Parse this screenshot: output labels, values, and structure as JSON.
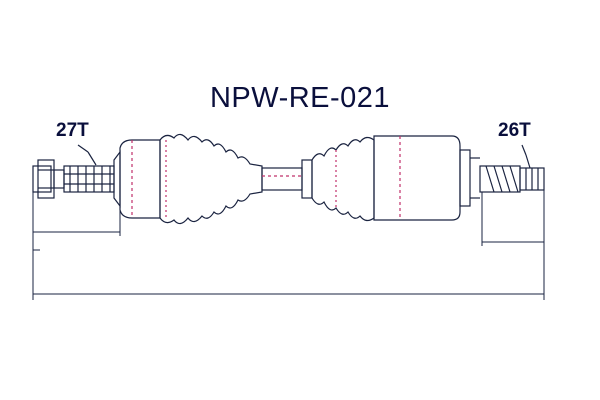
{
  "title": "NPW-RE-021",
  "left_spline": {
    "label": "27T"
  },
  "right_spline": {
    "label": "26T"
  },
  "colors": {
    "body_line": "#1a2340",
    "dashed": "#c0306a",
    "text": "#0a0f3c"
  }
}
